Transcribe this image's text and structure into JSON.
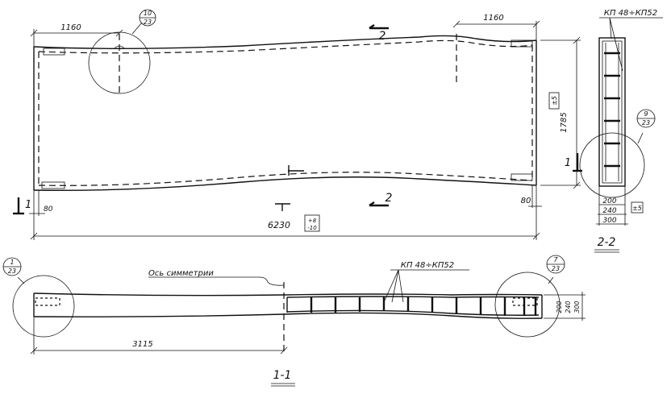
{
  "plan": {
    "dim_left_1160": "1160",
    "dim_right_1160": "1160",
    "callout_top_num": "10",
    "callout_top_den": "23",
    "section_mark_top": "2",
    "section_mark_bottom": "2",
    "section_mark_left": "1",
    "section_mark_right": "1",
    "dim_height": "1785",
    "tol_height": "±5",
    "dim_length": "6230",
    "tol_length_top": "+8",
    "tol_length_bottom": "-10",
    "dim_80_left": "80",
    "dim_80_right": "80"
  },
  "section_2_2": {
    "label_top": "КП 48÷КП52",
    "callout_num": "9",
    "callout_den": "23",
    "dim_200": "200",
    "dim_240": "240",
    "dim_300": "300",
    "tol": "±5",
    "title": "2-2"
  },
  "section_1_1": {
    "callout_left_num": "1",
    "callout_left_den": "23",
    "callout_right_num": "7",
    "callout_right_den": "23",
    "axis_label": "Ось симметрии",
    "rebar_label": "КП 48÷КП52",
    "dim_3115": "3115",
    "dim_200": "200",
    "dim_240": "240",
    "dim_300": "300",
    "title": "1-1"
  }
}
